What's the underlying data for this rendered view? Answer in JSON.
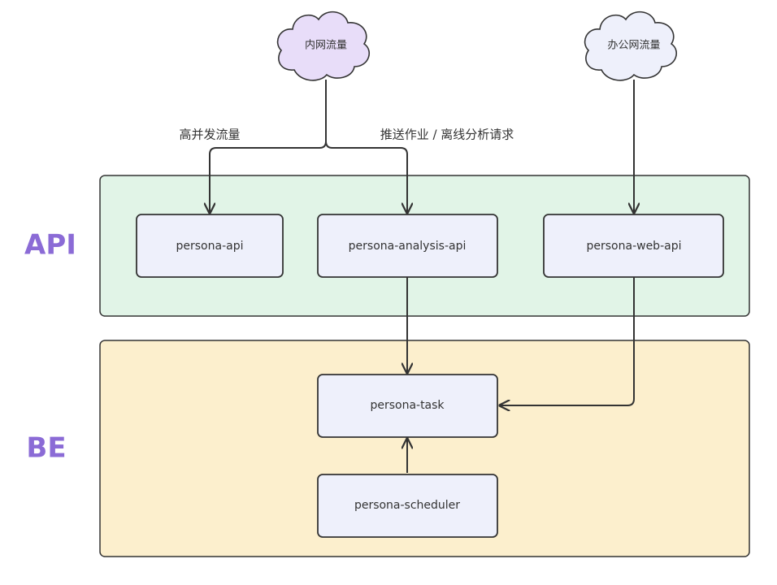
{
  "colors": {
    "layer_label": "#8b6bd6",
    "api_layer_fill": "#e1f4e7",
    "be_layer_fill": "#fcefcd",
    "node_fill": "#eef0fb",
    "intranet_cloud_fill": "#e8ddf9",
    "office_cloud_fill": "#eef0fb",
    "line": "#333333"
  },
  "layers": {
    "api": {
      "label": "API"
    },
    "be": {
      "label": "BE"
    }
  },
  "sources": {
    "intranet": {
      "label": "内网流量",
      "icon": "cloud-icon"
    },
    "office": {
      "label": "办公网流量",
      "icon": "cloud-icon"
    }
  },
  "nodes": {
    "persona_api": {
      "label": "persona-api"
    },
    "persona_analysis_api": {
      "label": "persona-analysis-api"
    },
    "persona_web_api": {
      "label": "persona-web-api"
    },
    "persona_task": {
      "label": "persona-task"
    },
    "persona_scheduler": {
      "label": "persona-scheduler"
    }
  },
  "edges": {
    "high_concurrency": {
      "label": "高并发流量"
    },
    "push_jobs": {
      "label": "推送作业 / 离线分析请求"
    }
  }
}
